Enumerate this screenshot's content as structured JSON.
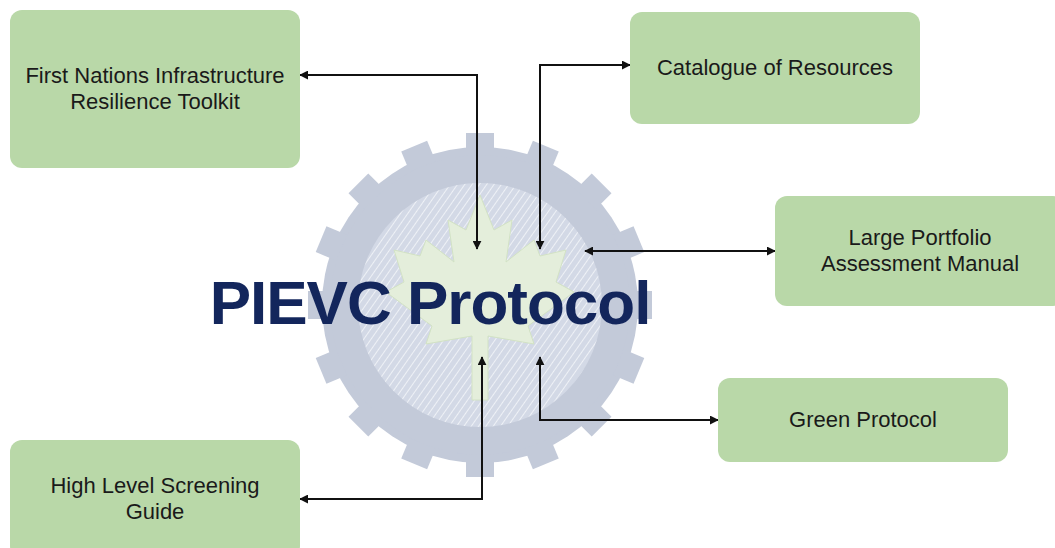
{
  "diagram": {
    "nodes": [
      {
        "text": [
          "First Nations Infrastructure Resilience Toolkit"
        ]
      },
      {
        "text": [
          "Catalogue of Resources"
        ]
      },
      {
        "text": [
          "PIEVC Protocol"
        ]
      },
      {
        "text": [
          "Large Portfolio Assessment Manual"
        ]
      },
      {
        "text": [
          "Green Protocol"
        ]
      },
      {
        "text": [
          "High Level Screening Guide"
        ]
      }
    ],
    "edges": [
      {
        "from": 0,
        "to": 2,
        "arrow": "both"
      },
      {
        "from": 1,
        "to": 2,
        "arrow": "both"
      },
      {
        "from": 3,
        "to": 2,
        "arrow": "both"
      },
      {
        "from": 4,
        "to": 2,
        "arrow": "both"
      },
      {
        "from": 5,
        "to": 2,
        "arrow": "both"
      }
    ]
  }
}
